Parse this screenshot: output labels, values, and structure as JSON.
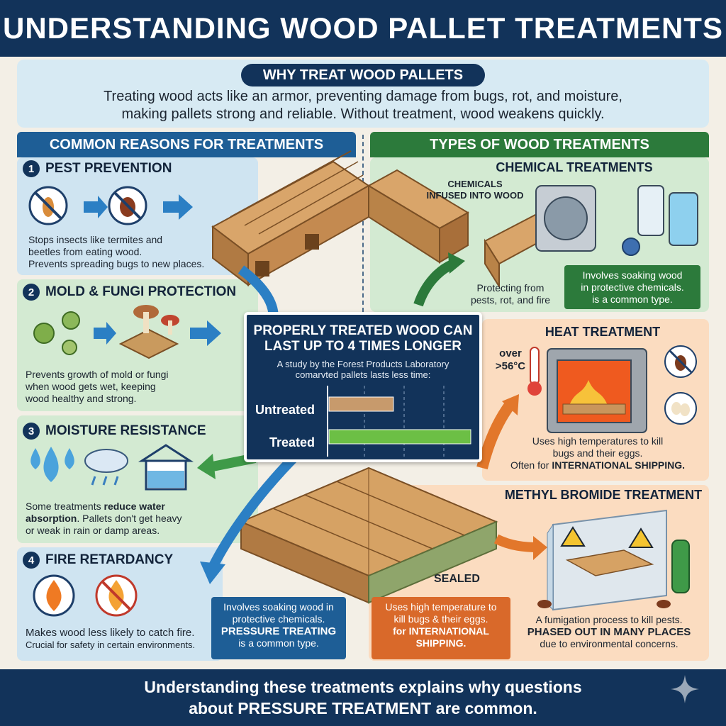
{
  "title": "UNDERSTANDING WOOD PALLET TREATMENTS",
  "why": {
    "heading": "WHY TREAT WOOD PALLETS",
    "line1": "Treating wood acts like an armor, preventing damage from bugs, rot, and moisture,",
    "line2": "making pallets strong and reliable. Without treatment, wood weakens quickly."
  },
  "reasons": {
    "heading": "COMMON REASONS FOR TREATMENTS",
    "items": [
      {
        "num": "1",
        "title": "PEST PREVENTION",
        "line1": "Stops insects like termites and",
        "line2": "beetles from eating wood.",
        "line3": "Prevents spreading bugs to new places."
      },
      {
        "num": "2",
        "title": "MOLD & FUNGI PROTECTION",
        "line1": "Prevents growth of mold or fungi",
        "line2": "when wood gets wet, keeping",
        "line3": "wood healthy and strong."
      },
      {
        "num": "3",
        "title": "MOISTURE RESISTANCE",
        "line1a": "Some treatments ",
        "line1b": "reduce water",
        "line2a": "absorption",
        "line2b": ". Pallets don't get heavy",
        "line3": "or weak in rain or damp areas."
      },
      {
        "num": "4",
        "title": "FIRE RETARDANCY",
        "line1": "Makes wood less likely to catch fire.",
        "line2": "Crucial for safety in certain environments."
      }
    ]
  },
  "types": {
    "heading": "TYPES OF WOOD TREATMENTS",
    "chemical": {
      "title": "CHEMICAL TREATMENTS",
      "callout1": "CHEMICALS",
      "callout2": "INFUSED INTO WOOD",
      "protect1": "Protecting from",
      "protect2": "pests, rot, and fire",
      "note1": "Involves soaking wood",
      "note2": "in protective chemicals.",
      "note3": "is a common type."
    },
    "heat": {
      "title": "HEAT TREATMENT",
      "temp1": "over",
      "temp2": ">56°C",
      "line1": "Uses high temperatures to kill",
      "line2": "bugs and their eggs.",
      "line3a": "Often for ",
      "line3b": "INTERNATIONAL SHIPPING."
    },
    "methyl": {
      "title": "METHYL BROMIDE TREATMENT",
      "line1": "A fumigation process to kill pests.",
      "line2": "PHASED OUT IN MANY PLACES",
      "line3": "due to environmental concerns."
    }
  },
  "stat": {
    "title1": "PROPERLY TREATED WOOD CAN",
    "title2": "LAST UP TO 4 TIMES LONGER",
    "sub1": "A study by the Forest Products Laboratory",
    "sub2": "comarvted pallets lasts less time:"
  },
  "chart_data": {
    "type": "bar",
    "categories": [
      "Untreated",
      "Treated"
    ],
    "values": [
      1,
      2.2
    ],
    "colors": [
      "#c79a6c",
      "#6cbf45"
    ]
  },
  "center": {
    "sealed": "SEALED",
    "blue_box1": "Involves soaking wood in",
    "blue_box2": "protective chemicals.",
    "blue_box3": "PRESSURE TREATING",
    "blue_box4": "is a common type.",
    "orange_box1": "Uses high temperature to",
    "orange_box2": "kill bugs & their eggs.",
    "orange_box3": "for INTERNATIONAL",
    "orange_box4": "SHIPPING."
  },
  "footer": {
    "line1": "Understanding these treatments explains why questions",
    "line2": "about PRESSURE TREATMENT are common."
  },
  "colors": {
    "navy": "#12335a",
    "blue_header": "#1e5e96",
    "green_header": "#2c7a3b",
    "wood": "#c9955c",
    "wood_dark": "#8a5a2b",
    "arrow_blue": "#2b7fc4",
    "arrow_green": "#3f9a48",
    "arrow_orange": "#e2772b"
  }
}
